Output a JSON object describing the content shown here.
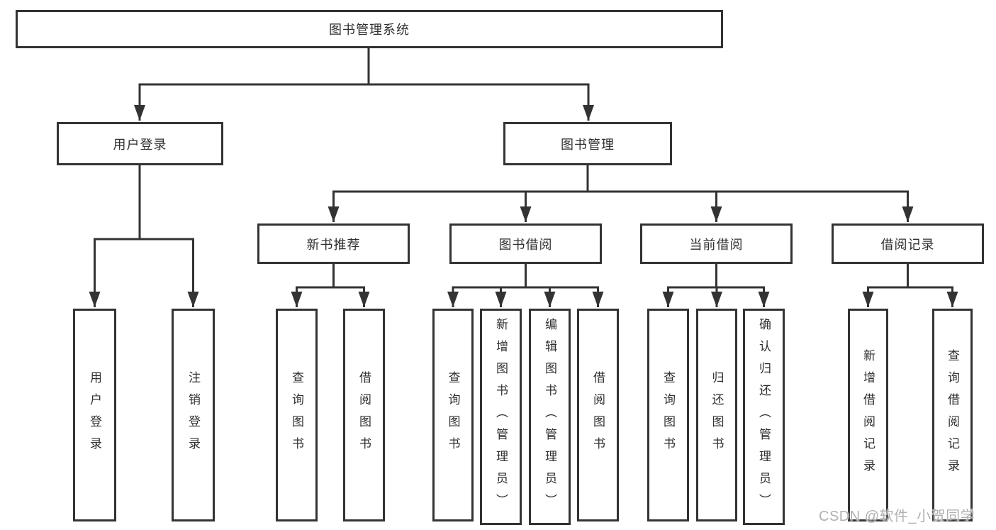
{
  "nodes": {
    "root": "图书管理系统",
    "level2": {
      "user_login": "用户登录",
      "book_mgmt": "图书管理"
    },
    "level3": {
      "new_books": "新书推荐",
      "borrowing": "图书借阅",
      "current": "当前借阅",
      "records": "借阅记录"
    },
    "leaves": {
      "login": [
        "用户登录",
        "注销登录"
      ],
      "new_books": [
        "查询图书",
        "借阅图书"
      ],
      "borrowing": [
        "查询图书",
        "新增图书（管理员）",
        "编辑图书（管理员）",
        "借阅图书"
      ],
      "current": [
        "查询图书",
        "归还图书",
        "确认归还（管理员）"
      ],
      "records": [
        "新增借阅记录",
        "查询借阅记录"
      ]
    }
  },
  "watermark": "CSDN @软件_小贺同学",
  "colors": {
    "line": "#333333",
    "text": "#2f2f2f",
    "watermark": "#b0b0b0",
    "background": "#ffffff"
  }
}
